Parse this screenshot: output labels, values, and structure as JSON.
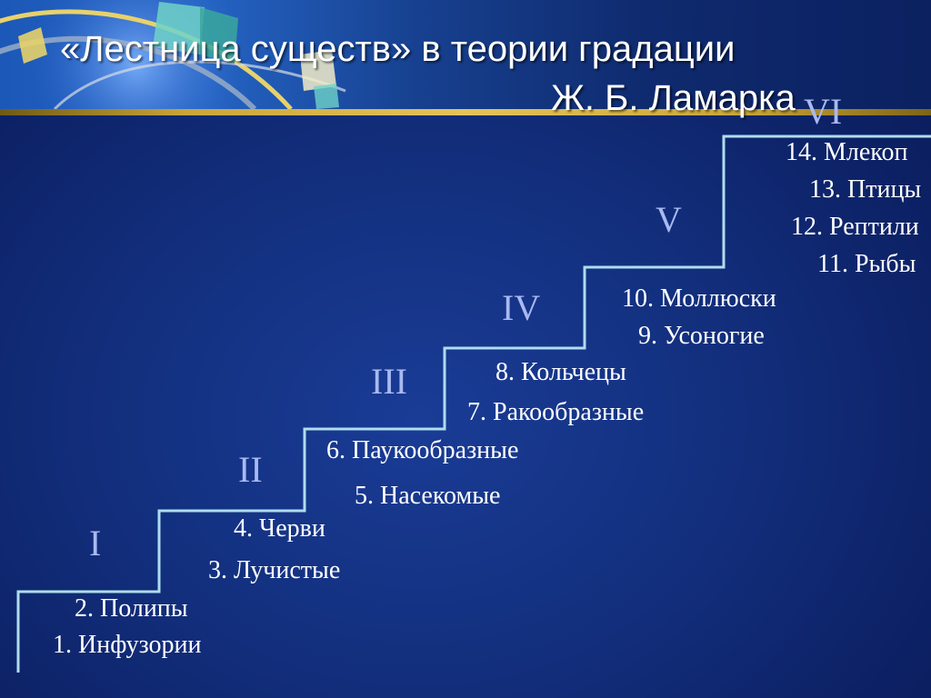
{
  "slide": {
    "title_line1": "«Лестница существ» в теории градации",
    "title_line2": "Ж. Б. Ламарка"
  },
  "colors": {
    "background": "#13307f",
    "stair_line": "#aeddee",
    "roman_numeral": "#a9b9f2",
    "text": "#ffffff",
    "accent_rule": "#e4c45a"
  },
  "steps": [
    {
      "numeral": "I",
      "groups": [
        "1. Инфузории",
        "2. Полипы"
      ]
    },
    {
      "numeral": "II",
      "groups": [
        "3. Лучистые",
        "4. Черви"
      ]
    },
    {
      "numeral": "III",
      "groups": [
        "5. Насекомые",
        "6. Паукообразные"
      ]
    },
    {
      "numeral": "IV",
      "groups": [
        "7. Ракообразные",
        "8. Кольчецы"
      ]
    },
    {
      "numeral": "V",
      "groups": [
        "9. Усоногие",
        "10. Моллюски"
      ]
    },
    {
      "numeral": "VI",
      "groups": [
        "11. Рыбы",
        "12. Рептили",
        "13. Птицы",
        "14. Млекоп"
      ]
    }
  ]
}
